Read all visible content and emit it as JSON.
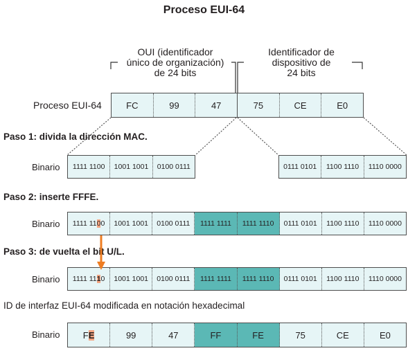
{
  "title": "Proceso EUI-64",
  "oui_label": [
    "OUI (identificador",
    "único de organización)",
    "de 24 bits"
  ],
  "device_label": [
    "Identificador de",
    "dispositivo de",
    "24 bits"
  ],
  "process_label": "Proceso EUI-64",
  "mac_bytes": [
    "FC",
    "99",
    "47",
    "75",
    "CE",
    "E0"
  ],
  "step1": "Paso 1: divida la dirección MAC.",
  "step2": "Paso 2: inserte FFFE.",
  "step3": "Paso 3: de vuelta el bit U/L.",
  "binary_label": "Binario",
  "row1": {
    "left": [
      "1111 1100",
      "1001 1001",
      "0100 0111"
    ],
    "right": [
      "0111 0101",
      "1100 1110",
      "1110 0000"
    ]
  },
  "row2": {
    "pre": "1111 11",
    "bit": "0",
    "post": "0",
    "cells": [
      "1001 1001",
      "0100 0111",
      "1111 1111",
      "1111 1110",
      "0111 0101",
      "1100 1110",
      "1110 0000"
    ]
  },
  "row3": {
    "pre": "1111 11",
    "bit": "1",
    "post": "0",
    "cells": [
      "1001 1001",
      "0100 0111",
      "1111 1111",
      "1111 1110",
      "0111 0101",
      "1100 1110",
      "1110 0000"
    ]
  },
  "final_caption": "ID de interfaz EUI-64 modificada en notación hexadecimal",
  "final_row": {
    "pre": "F",
    "bit": "E",
    "cells": [
      "99",
      "47",
      "FF",
      "FE",
      "75",
      "CE",
      "E0"
    ]
  },
  "colors": {
    "cell": "#e6f5f6",
    "highlight": "#5bb8b5",
    "arrow": "#ee7d22",
    "bit_mark": "#f4a582"
  }
}
